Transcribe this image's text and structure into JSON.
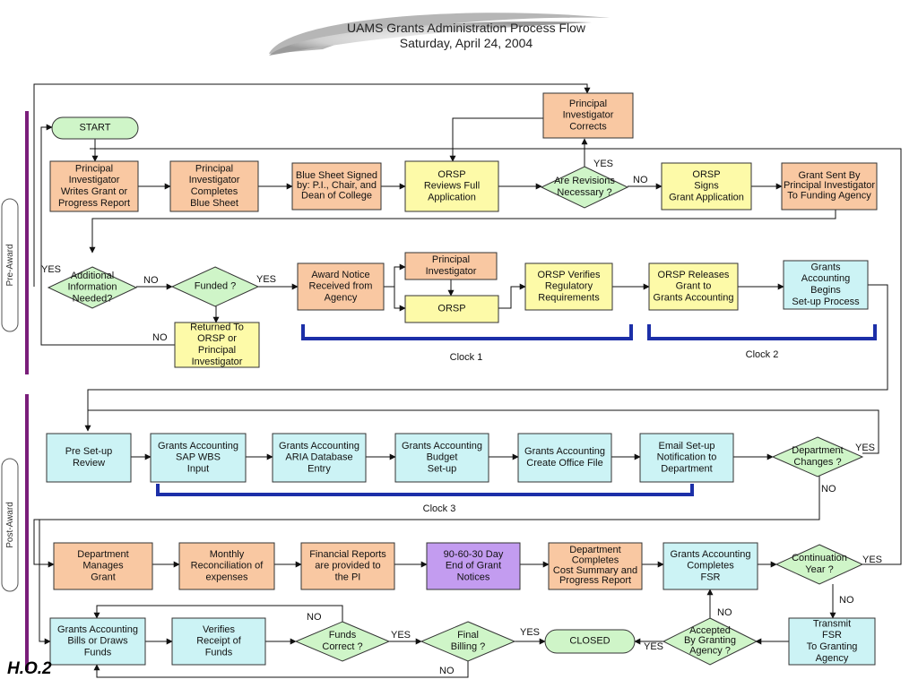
{
  "title": {
    "line1": "UAMS Grants Administration Process Flow",
    "line2": "Saturday, April 24, 2004"
  },
  "phases": {
    "pre": "Pre-Award",
    "post": "Post-Award"
  },
  "footer_label": "H.O.2",
  "colors": {
    "orange": "#f9c8a2",
    "yellow": "#fdfaa8",
    "cyan": "#ccf3f5",
    "green": "#cff5c8",
    "purple": "#c39cf0",
    "bracket": "#1c2fa8",
    "phase_bar": "#7a1e7a",
    "stroke": "#333333"
  },
  "nodes": {
    "start": "START",
    "pi_corrects": [
      "Principal",
      "Investigator",
      "Corrects"
    ],
    "pi_writes": [
      "Principal",
      "Investigator",
      "Writes Grant or",
      "Progress Report"
    ],
    "pi_blue_sheet": [
      "Principal",
      "Investigator",
      "Completes",
      "Blue Sheet"
    ],
    "blue_signed": [
      "Blue Sheet Signed",
      "by:  P.I., Chair, and",
      "Dean of College"
    ],
    "orsp_reviews": [
      "ORSP",
      "Reviews Full",
      "Application"
    ],
    "revisions": [
      "Are Revisions",
      "Necessary ?"
    ],
    "orsp_signs": [
      "ORSP",
      "Signs",
      "Grant Application"
    ],
    "grant_sent": [
      "Grant Sent By",
      "Principal Investigator",
      "To Funding Agency"
    ],
    "additional_info": [
      "Additional",
      "Information",
      "Needed?"
    ],
    "funded": [
      "Funded ?"
    ],
    "award_notice": [
      "Award Notice",
      "Received from",
      "Agency"
    ],
    "pi_small": [
      "Principal",
      "Investigator"
    ],
    "orsp_small": [
      "ORSP"
    ],
    "orsp_verifies": [
      "ORSP Verifies",
      "Regulatory",
      "Requirements"
    ],
    "orsp_releases": [
      "ORSP Releases",
      "Grant to",
      "Grants Accounting"
    ],
    "ga_begins": [
      "Grants",
      "Accounting",
      "Begins",
      "Set-up Process"
    ],
    "returned": [
      "Returned To",
      "ORSP or",
      "Principal",
      "Investigator"
    ],
    "pre_setup": [
      "Pre Set-up",
      "Review"
    ],
    "sap_wbs": [
      "Grants Accounting",
      "SAP WBS",
      "Input"
    ],
    "aria": [
      "Grants Accounting",
      "ARIA Database",
      "Entry"
    ],
    "budget": [
      "Grants Accounting",
      "Budget",
      "Set-up"
    ],
    "office_file": [
      "Grants Accounting",
      "Create Office File"
    ],
    "email_setup": [
      "Email Set-up",
      "Notification to",
      "Department"
    ],
    "dept_changes": [
      "Department",
      "Changes ?"
    ],
    "dept_manages": [
      "Department",
      "Manages",
      "Grant"
    ],
    "monthly_recon": [
      "Monthly",
      "Reconciliation of",
      "expenses"
    ],
    "financial_reports": [
      "Financial Reports",
      "are provided to",
      "the PI"
    ],
    "notices_90": [
      "90-60-30 Day",
      "End of Grant",
      "Notices"
    ],
    "dept_completes": [
      "Department",
      "Completes",
      "Cost Summary and",
      "Progress Report"
    ],
    "ga_fsr": [
      "Grants Accounting",
      "Completes",
      "FSR"
    ],
    "continuation": [
      "Continuation",
      "Year ?"
    ],
    "ga_bills": [
      "Grants Accounting",
      "Bills or Draws",
      "Funds"
    ],
    "verifies_receipt": [
      "Verifies",
      "Receipt of",
      "Funds"
    ],
    "funds_correct": [
      "Funds",
      "Correct ?"
    ],
    "final_billing": [
      "Final",
      "Billing ?"
    ],
    "closed": [
      "CLOSED"
    ],
    "accepted": [
      "Accepted",
      "By Granting",
      "Agency ?"
    ],
    "transmit_fsr": [
      "Transmit",
      "FSR",
      "To Granting",
      "Agency"
    ]
  },
  "edge_labels": {
    "revisions_yes": "YES",
    "revisions_no": "NO",
    "additional_yes": "YES",
    "additional_no": "NO",
    "funded_yes": "YES",
    "returned_no": "NO",
    "dept_yes": "YES",
    "dept_no": "NO",
    "continuation_yes": "YES",
    "continuation_no": "NO",
    "accepted_no": "NO",
    "accepted_yes": "YES",
    "funds_no": "NO",
    "funds_yes": "YES",
    "billing_yes": "YES",
    "billing_no": "NO"
  },
  "clocks": {
    "c1": "Clock 1",
    "c2": "Clock 2",
    "c3": "Clock 3"
  }
}
